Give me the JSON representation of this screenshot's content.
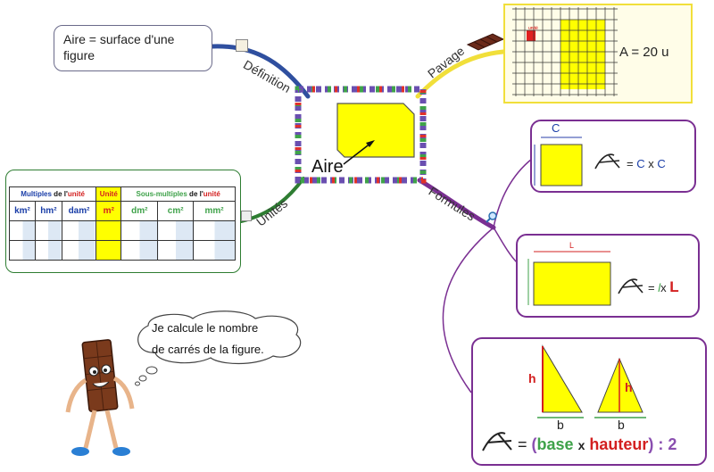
{
  "center": {
    "label": "Aire"
  },
  "definition": {
    "branch": "Définition",
    "text_line1": "Aire = surface d'une",
    "text_line2": "figure"
  },
  "pavage": {
    "branch": "Pavage",
    "unit_label": "unité",
    "formula": "A = 20 u"
  },
  "unites": {
    "branch": "Unités",
    "header_multiples_a": "Multiples",
    "header_multiples_b": " de l'",
    "header_multiples_c": "unité",
    "header_unite": "Unité",
    "header_sous_a": "Sous-multiples",
    "header_sous_b": " de l'",
    "header_sous_c": "unité",
    "units": [
      "km²",
      "hm²",
      "dam²",
      "m²",
      "dm²",
      "cm²",
      "mm²"
    ]
  },
  "formules": {
    "branch": "Formules",
    "square": {
      "side": "C",
      "eq": "=",
      "c1": "C",
      "x": "x",
      "c2": "C"
    },
    "rect": {
      "length": "L",
      "eq": "=",
      "l": "l",
      "x": "x",
      "L": "L"
    },
    "triangle": {
      "h1": "h",
      "h2": "h",
      "b1": "b",
      "b2": "b",
      "eq": "=",
      "open": "(",
      "base": "base",
      "x": "x",
      "hauteur": "hauteur",
      "close": ")",
      "div": ": 2"
    }
  },
  "thought": {
    "line1": "Je calcule le nombre",
    "line2": "de carrés de la figure."
  },
  "colors": {
    "yellow": "#ffff00",
    "purple": "#7a2f92",
    "green": "#2e7d32",
    "blue": "#1a3ea8",
    "red": "#d32020"
  }
}
